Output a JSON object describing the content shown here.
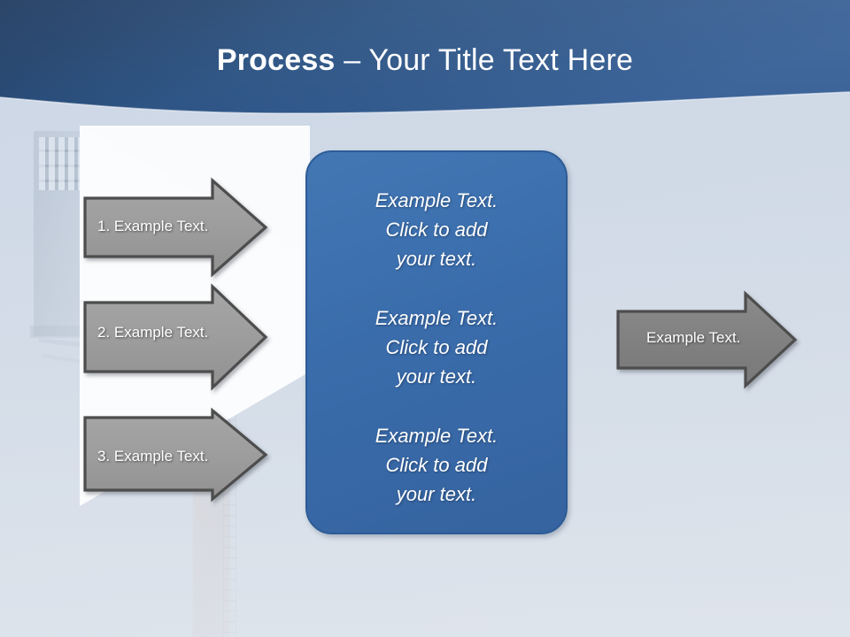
{
  "slide": {
    "title_bold": "Process",
    "title_rest": " – Your Title Text Here",
    "background_color": "#cfd9e6",
    "header_gradient_start": "#1f3a5f",
    "header_gradient_end": "#3b6399"
  },
  "panel": {
    "fill_color": "#3a6cab",
    "border_color": "#2d5b96",
    "blocks": [
      {
        "text": "Example Text.\nClick  to add\nyour text."
      },
      {
        "text": "Example Text.\nClick  to add\nyour text."
      },
      {
        "text": "Example Text.\nClick  to add\nyour text."
      }
    ]
  },
  "arrows": {
    "fill_color": "#9c9c9c",
    "fill_color_right": "#808080",
    "border_color": "#4d4d4d",
    "items": [
      {
        "id": "arrow-step-1",
        "label": "1. Example Text."
      },
      {
        "id": "arrow-step-2",
        "label": "2. Example Text."
      },
      {
        "id": "arrow-step-3",
        "label": "3. Example Text."
      },
      {
        "id": "arrow-result",
        "label": "Example Text."
      }
    ]
  }
}
